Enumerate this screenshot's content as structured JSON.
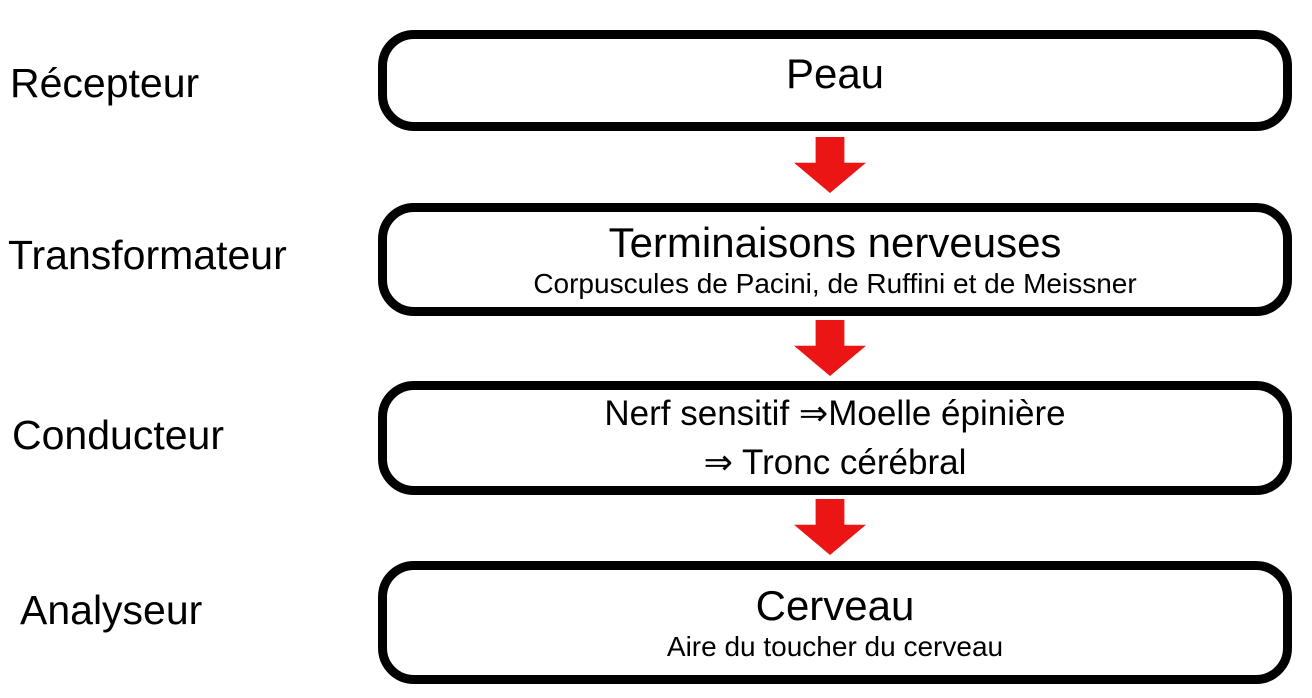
{
  "diagram": {
    "background_color": "#ffffff",
    "box_border_color": "#000000",
    "arrow_color": "#ec1515",
    "labels": {
      "row1": "Récepteur",
      "row2": "Transformateur",
      "row3": "Conducteur",
      "row4": "Analyseur"
    },
    "boxes": {
      "peau": {
        "title": "Peau"
      },
      "terminaisons": {
        "title": "Terminaisons nerveuses",
        "subtitle": "Corpuscules de Pacini, de Ruffini et de Meissner"
      },
      "conducteur": {
        "line1": "Nerf sensitif ⇒Moelle épinière",
        "line2": "⇒ Tronc cérébral"
      },
      "cerveau": {
        "title": "Cerveau",
        "subtitle": "Aire du toucher du cerveau"
      }
    },
    "arrows": [
      {
        "icon": "down-block-arrow",
        "from": "peau",
        "to": "terminaisons"
      },
      {
        "icon": "down-block-arrow",
        "from": "terminaisons",
        "to": "conducteur"
      },
      {
        "icon": "down-block-arrow",
        "from": "conducteur",
        "to": "cerveau"
      }
    ]
  }
}
